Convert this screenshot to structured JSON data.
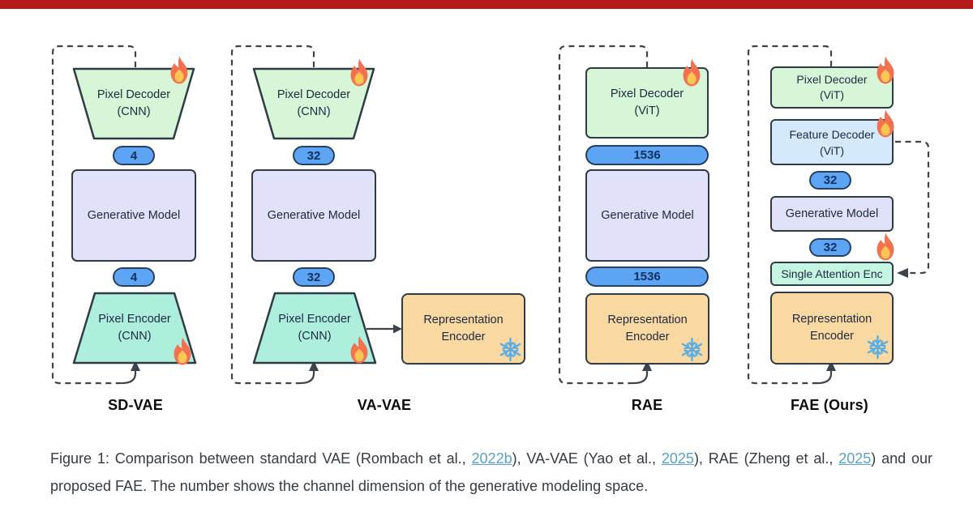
{
  "diagram": {
    "columns": {
      "sdvae": {
        "label": "SD-VAE",
        "pixel_decoder": {
          "line1": "Pixel Decoder",
          "line2": "(CNN)"
        },
        "latent_top": "4",
        "generative_model": "Generative Model",
        "latent_bottom": "4",
        "pixel_encoder": {
          "line1": "Pixel Encoder",
          "line2": "(CNN)"
        }
      },
      "vavae": {
        "label": "VA-VAE",
        "pixel_decoder": {
          "line1": "Pixel Decoder",
          "line2": "(CNN)"
        },
        "latent_top": "32",
        "generative_model": "Generative Model",
        "latent_bottom": "32",
        "pixel_encoder": {
          "line1": "Pixel Encoder",
          "line2": "(CNN)"
        },
        "representation_encoder": {
          "line1": "Representation",
          "line2": "Encoder"
        }
      },
      "rae": {
        "label": "RAE",
        "pixel_decoder": {
          "line1": "Pixel Decoder",
          "line2": "(ViT)"
        },
        "latent_top": "1536",
        "generative_model": "Generative Model",
        "latent_bottom": "1536",
        "representation_encoder": {
          "line1": "Representation",
          "line2": "Encoder"
        }
      },
      "fae": {
        "label": "FAE (Ours)",
        "pixel_decoder": {
          "line1": "Pixel Decoder",
          "line2": "(ViT)"
        },
        "feature_decoder": {
          "line1": "Feature Decoder",
          "line2": "(ViT)"
        },
        "latent_top": "32",
        "generative_model": "Generative Model",
        "latent_bottom": "32",
        "attention_encoder": "Single Attention Enc",
        "representation_encoder": {
          "line1": "Representation",
          "line2": "Encoder"
        }
      }
    },
    "icons": {
      "fire_icon": "trainable flame glyph",
      "snowflake_icon": "frozen snowflake glyph"
    },
    "colors": {
      "top_bar": "#b31b1b",
      "decoder_green": "#d7f6d7",
      "encoder_teal": "#aeeedd",
      "generative_lavender": "#e1e1f9",
      "latent_pill_blue": "#5ea4f5",
      "representation_orange": "#f9d9a1",
      "feature_decoder_blue": "#d4e9fb",
      "attention_mint": "#c4f6e2",
      "link": "#5aa2c8"
    }
  },
  "caption": {
    "seg1": "Figure 1:  Comparison between standard VAE (Rombach et al., ",
    "link1": "2022b",
    "seg2": "), VA-VAE  (Yao et al., ",
    "link2": "2025",
    "seg3": "), RAE  (Zheng et al., ",
    "link3": "2025",
    "seg4": ") and our",
    "line2": "proposed FAE. The number shows the channel dimension of the generative modeling space."
  }
}
